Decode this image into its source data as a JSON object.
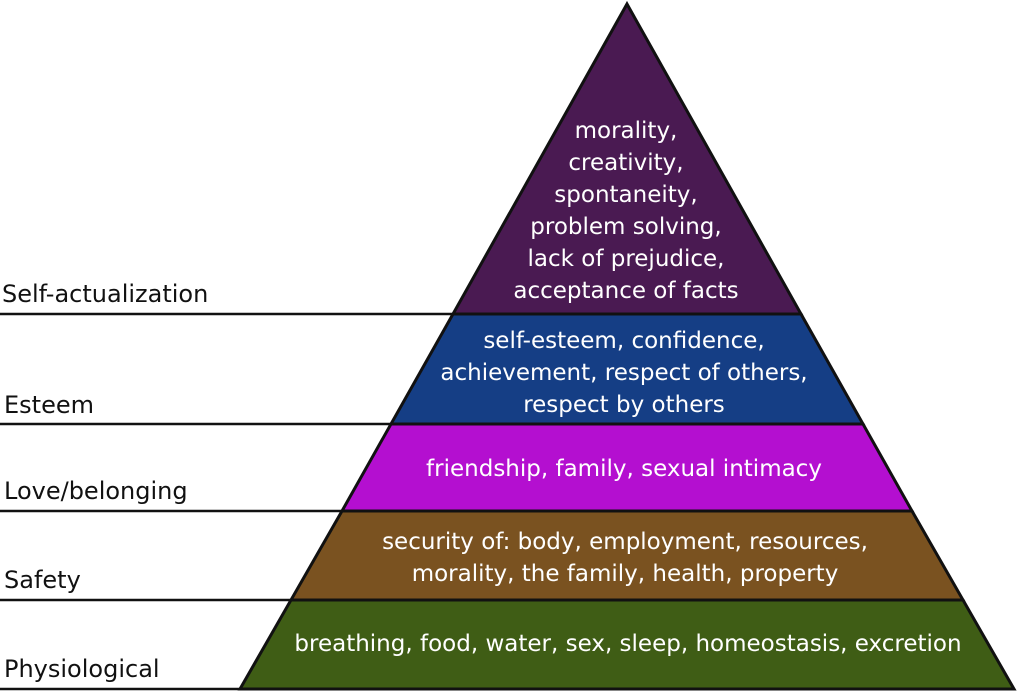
{
  "levels": [
    {
      "name": "Self-actualization",
      "color": "#4a1a52",
      "lines": [
        "morality,",
        "creativity,",
        "spontaneity,",
        "problem solving,",
        "lack of prejudice,",
        "acceptance of facts"
      ]
    },
    {
      "name": "Esteem",
      "color": "#153e85",
      "lines": [
        "self-esteem, confidence,",
        "achievement, respect of others,",
        "respect by others"
      ]
    },
    {
      "name": "Love/belonging",
      "color": "#b40fd0",
      "lines": [
        "friendship, family, sexual intimacy"
      ]
    },
    {
      "name": "Safety",
      "color": "#7a5220",
      "lines": [
        "security of: body, employment, resources,",
        "morality, the family, health, property"
      ]
    },
    {
      "name": "Physiological",
      "color": "#3f5d15",
      "lines": [
        "breathing, food, water, sex, sleep, homeostasis, excretion"
      ]
    }
  ]
}
